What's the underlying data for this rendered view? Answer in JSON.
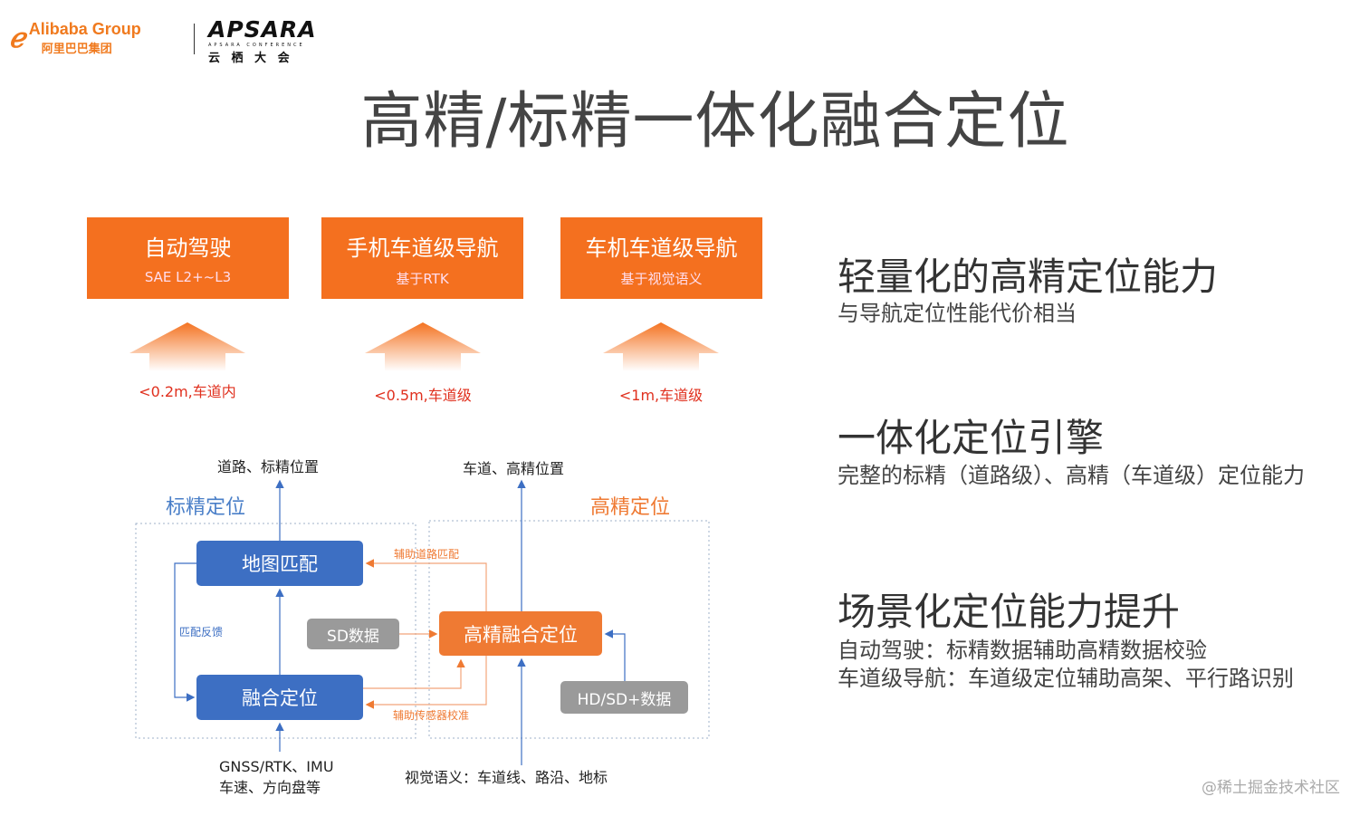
{
  "logo": {
    "company": "Alibaba Group",
    "company_cn": "阿里巴巴集团",
    "event": "APSARA",
    "event_sub": "APSARA CONFERENCE",
    "event_cn": "云 栖 大 会"
  },
  "title": "高精/标精一体化融合定位",
  "top_boxes": [
    {
      "title": "自动驾驶",
      "sub": "SAE L2+~L3",
      "accuracy": "<0.2m,车道内"
    },
    {
      "title": "手机车道级导航",
      "sub": "基于RTK",
      "accuracy": "<0.5m,车道级"
    },
    {
      "title": "车机车道级导航",
      "sub": "基于视觉语义",
      "accuracy": "<1m,车道级"
    }
  ],
  "diagram": {
    "out_left": "道路、标精位置",
    "out_right": "车道、高精位置",
    "group_left": "标精定位",
    "group_right": "高精定位",
    "map_match": "地图匹配",
    "fusion": "融合定位",
    "sd_data": "SD数据",
    "hd_fusion": "高精融合定位",
    "hdsd_data": "HD/SD+数据",
    "feedback": "匹配反馈",
    "assist_road": "辅助道路匹配",
    "assist_sensor": "辅助传感器校准",
    "in_left_1": "GNSS/RTK、IMU",
    "in_left_2": "车速、方向盘等",
    "in_right": "视觉语义：车道线、路沿、地标"
  },
  "points": [
    {
      "heading": "轻量化的高精定位能力",
      "lines": [
        "与导航定位性能代价相当"
      ]
    },
    {
      "heading": "一体化定位引擎",
      "lines": [
        "完整的标精（道路级）、高精（车道级）定位能力"
      ]
    },
    {
      "heading": "场景化定位能力提升",
      "lines": [
        "自动驾驶：标精数据辅助高精数据校验",
        "车道级导航：车道级定位辅助高架、平行路识别"
      ]
    }
  ],
  "watermark": "@稀土掘金技术社区"
}
